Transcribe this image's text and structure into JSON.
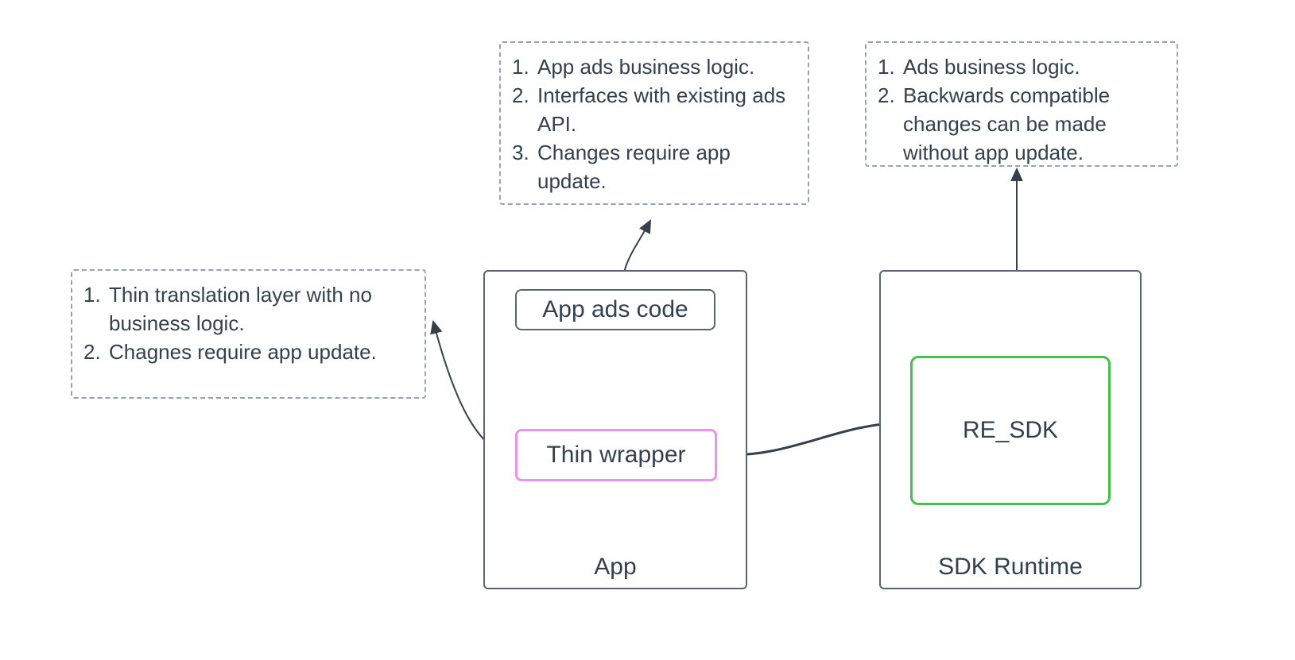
{
  "diagram": {
    "colors": {
      "stroke": "#5b6472",
      "note_border": "#9aa3ad",
      "pink": "#ef8ff2",
      "green": "#44c14a",
      "text": "#33414f",
      "arrow": "#36404c",
      "background": "#ffffff"
    },
    "notes": [
      {
        "id": "app-ads-code-note",
        "items": [
          "App ads business logic.",
          "Interfaces with existing ads API.",
          "Changes require app update."
        ]
      },
      {
        "id": "re-sdk-note",
        "items": [
          "Ads business logic.",
          "Backwards compatible changes can be made without app update."
        ]
      },
      {
        "id": "thin-wrapper-note",
        "items": [
          "Thin translation layer with no business logic.",
          "Chagnes require app update."
        ]
      }
    ],
    "containers": [
      {
        "id": "app",
        "label": "App"
      },
      {
        "id": "sdk-runtime",
        "label": "SDK Runtime"
      }
    ],
    "nodes": [
      {
        "id": "app-ads-code",
        "label": "App ads code"
      },
      {
        "id": "thin-wrapper",
        "label": "Thin wrapper"
      },
      {
        "id": "re-sdk",
        "label": "RE_SDK"
      }
    ]
  }
}
